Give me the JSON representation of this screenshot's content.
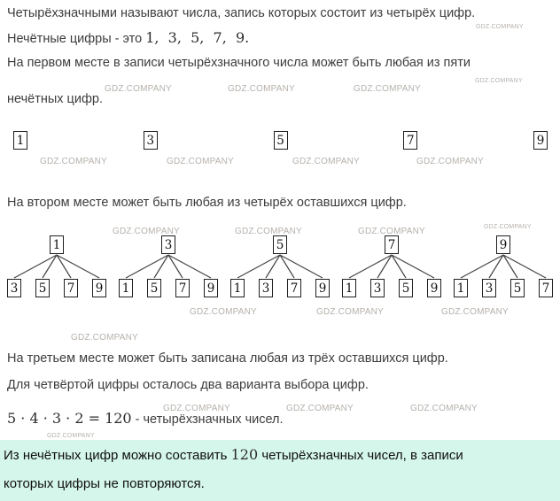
{
  "watermark": {
    "text": "GDZ.COMPANY"
  },
  "paragraphs": {
    "p1": "Четырёхзначными называют числа, запись которых состоит из четырёх цифр.",
    "p2_prefix": "Нечётные цифры - это ",
    "p2_math": "1,  3,  5,  7,  9.",
    "p3_line1": "На первом месте в записи четырёхзначного числа может быть любая из пяти",
    "p3_line2": "нечётных цифр.",
    "p4": "На втором месте может быть любая из четырёх оставшихся цифр.",
    "p5": "На третьем месте может быть записана любая из трёх оставшихся цифр.",
    "p6": "Для четвёртой цифры осталось два варианта выбора цифр.",
    "p7_math": "5 · 4 · 3 · 2 = 120",
    "p7_suffix": " - четырёхзначных чисел."
  },
  "first_row_digits": [
    "1",
    "3",
    "5",
    "7",
    "9"
  ],
  "trees": [
    {
      "root": "1",
      "children": [
        "3",
        "5",
        "7",
        "9"
      ]
    },
    {
      "root": "3",
      "children": [
        "1",
        "5",
        "7",
        "9"
      ]
    },
    {
      "root": "5",
      "children": [
        "1",
        "3",
        "7",
        "9"
      ]
    },
    {
      "root": "7",
      "children": [
        "1",
        "3",
        "5",
        "9"
      ]
    },
    {
      "root": "9",
      "children": [
        "1",
        "3",
        "5",
        "7"
      ]
    }
  ],
  "highlight": {
    "line1_prefix": "Из нечётных цифр можно составить ",
    "line1_math": "120",
    "line1_suffix": " четырёхзначных чисел, в записи",
    "line2": "которых цифры не повторяются."
  },
  "colors": {
    "highlight_bg": "#d5f6ea",
    "body_text": "#3d3d3d",
    "watermark": "#b6b1ac"
  }
}
